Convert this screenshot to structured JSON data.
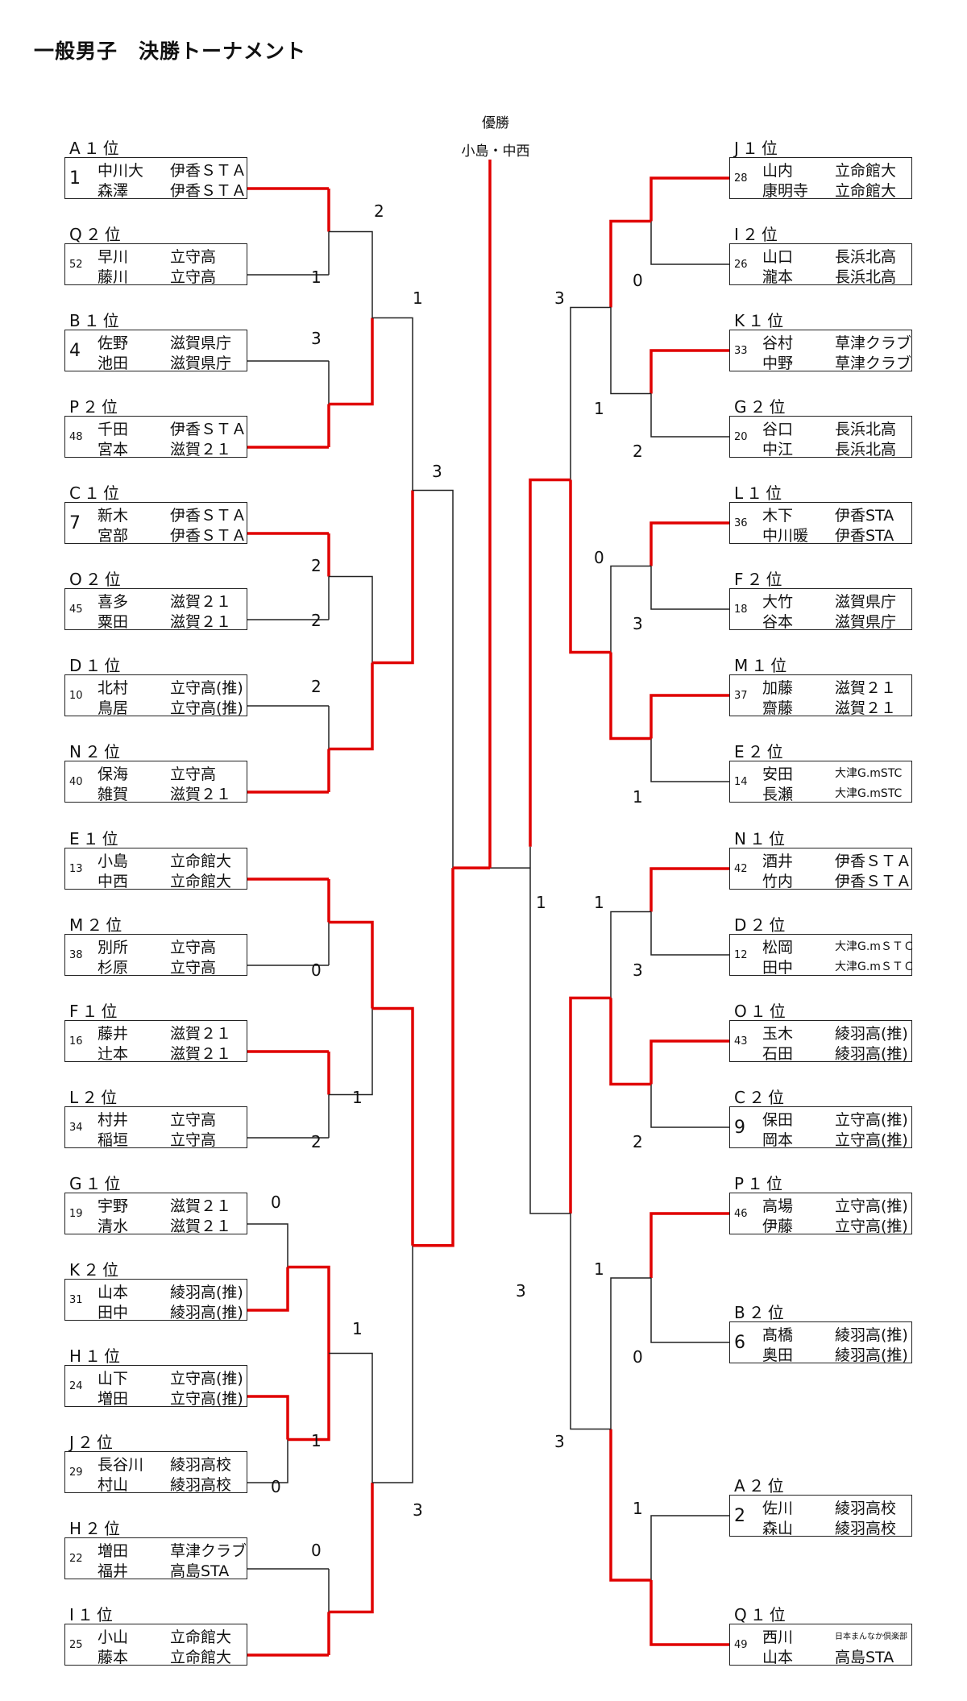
{
  "title": "一般男子　決勝トーナメント",
  "champion": {
    "label": "優勝",
    "name": "小島・中西"
  },
  "left_entries": [
    {
      "rank": "A１位",
      "seed": "1",
      "p1": "中川大",
      "t1": "伊香ＳＴＡ",
      "p2": "森澤",
      "t2": "伊香ＳＴＡ"
    },
    {
      "rank": "Q２位",
      "seed": "52",
      "p1": "早川",
      "t1": "立守高",
      "p2": "藤川",
      "t2": "立守高"
    },
    {
      "rank": "B１位",
      "seed": "4",
      "p1": "佐野",
      "t1": "滋賀県庁",
      "p2": "池田",
      "t2": "滋賀県庁"
    },
    {
      "rank": "P２位",
      "seed": "48",
      "p1": "千田",
      "t1": "伊香ＳＴＡ",
      "p2": "宮本",
      "t2": "滋賀２１"
    },
    {
      "rank": "C１位",
      "seed": "7",
      "p1": "新木",
      "t1": "伊香ＳＴＡ",
      "p2": "宮部",
      "t2": "伊香ＳＴＡ"
    },
    {
      "rank": "O２位",
      "seed": "45",
      "p1": "喜多",
      "t1": "滋賀２１",
      "p2": "粟田",
      "t2": "滋賀２１"
    },
    {
      "rank": "D１位",
      "seed": "10",
      "p1": "北村",
      "t1": "立守高(推)",
      "p2": "鳥居",
      "t2": "立守高(推)"
    },
    {
      "rank": "N２位",
      "seed": "40",
      "p1": "保海",
      "t1": "立守高",
      "p2": "雑賀",
      "t2": "滋賀２１"
    },
    {
      "rank": "E１位",
      "seed": "13",
      "p1": "小島",
      "t1": "立命館大",
      "p2": "中西",
      "t2": "立命館大"
    },
    {
      "rank": "M２位",
      "seed": "38",
      "p1": "別所",
      "t1": "立守高",
      "p2": "杉原",
      "t2": "立守高"
    },
    {
      "rank": "F１位",
      "seed": "16",
      "p1": "藤井",
      "t1": "滋賀２１",
      "p2": "辻本",
      "t2": "滋賀２１"
    },
    {
      "rank": "L２位",
      "seed": "34",
      "p1": "村井",
      "t1": "立守高",
      "p2": "稲垣",
      "t2": "立守高"
    },
    {
      "rank": "G１位",
      "seed": "19",
      "p1": "宇野",
      "t1": "滋賀２１",
      "p2": "清水",
      "t2": "滋賀２１"
    },
    {
      "rank": "K２位",
      "seed": "31",
      "p1": "山本",
      "t1": "綾羽高(推)",
      "p2": "田中",
      "t2": "綾羽高(推)"
    },
    {
      "rank": "H１位",
      "seed": "24",
      "p1": "山下",
      "t1": "立守高(推)",
      "p2": "増田",
      "t2": "立守高(推)"
    },
    {
      "rank": "J２位",
      "seed": "29",
      "p1": "長谷川",
      "t1": "綾羽高校",
      "p2": "村山",
      "t2": "綾羽高校"
    },
    {
      "rank": "H２位",
      "seed": "22",
      "p1": "増田",
      "t1": "草津クラブ",
      "p2": "福井",
      "t2": "高島STA"
    },
    {
      "rank": "I１位",
      "seed": "25",
      "p1": "小山",
      "t1": "立命館大",
      "p2": "藤本",
      "t2": "立命館大"
    }
  ],
  "right_entries": [
    {
      "rank": "J１位",
      "seed": "28",
      "p1": "山内",
      "t1": "立命館大",
      "p2": "康明寺",
      "t2": "立命館大"
    },
    {
      "rank": "I２位",
      "seed": "26",
      "p1": "山口",
      "t1": "長浜北高",
      "p2": "瀧本",
      "t2": "長浜北高"
    },
    {
      "rank": "K１位",
      "seed": "33",
      "p1": "谷村",
      "t1": "草津クラブ",
      "p2": "中野",
      "t2": "草津クラブ"
    },
    {
      "rank": "G２位",
      "seed": "20",
      "p1": "谷口",
      "t1": "長浜北高",
      "p2": "中江",
      "t2": "長浜北高"
    },
    {
      "rank": "L１位",
      "seed": "36",
      "p1": "木下",
      "t1": "伊香STA",
      "p2": "中川暖",
      "t2": "伊香STA"
    },
    {
      "rank": "F２位",
      "seed": "18",
      "p1": "大竹",
      "t1": "滋賀県庁",
      "p2": "谷本",
      "t2": "滋賀県庁"
    },
    {
      "rank": "M１位",
      "seed": "37",
      "p1": "加藤",
      "t1": "滋賀２１",
      "p2": "齋藤",
      "t2": "滋賀２１"
    },
    {
      "rank": "E２位",
      "seed": "14",
      "p1": "安田",
      "t1": "大津G.mSTC",
      "p2": "長瀬",
      "t2": "大津G.mSTC"
    },
    {
      "rank": "N１位",
      "seed": "42",
      "p1": "酒井",
      "t1": "伊香ＳＴＡ",
      "p2": "竹内",
      "t2": "伊香ＳＴＡ"
    },
    {
      "rank": "D２位",
      "seed": "12",
      "p1": "松岡",
      "t1": "大津G.mＳＴＣ",
      "p2": "田中",
      "t2": "大津G.mＳＴＣ"
    },
    {
      "rank": "O１位",
      "seed": "43",
      "p1": "玉木",
      "t1": "綾羽高(推)",
      "p2": "石田",
      "t2": "綾羽高(推)"
    },
    {
      "rank": "C２位",
      "seed": "9",
      "p1": "保田",
      "t1": "立守高(推)",
      "p2": "岡本",
      "t2": "立守高(推)"
    },
    {
      "rank": "P１位",
      "seed": "46",
      "p1": "高場",
      "t1": "立守高(推)",
      "p2": "伊藤",
      "t2": "立守高(推)"
    },
    {
      "rank": "B２位",
      "seed": "6",
      "p1": "髙橋",
      "t1": "綾羽高(推)",
      "p2": "奥田",
      "t2": "綾羽高(推)"
    },
    {
      "rank": "A２位",
      "seed": "2",
      "p1": "佐川",
      "t1": "綾羽高校",
      "p2": "森山",
      "t2": "綾羽高校"
    },
    {
      "rank": "Q１位",
      "seed": "49",
      "p1": "西川",
      "t1": "日本まんなか倶楽部",
      "p2": "山本",
      "t2": "高島STA"
    }
  ],
  "scores": {
    "l_r1_m1": [
      "2",
      "1"
    ],
    "l_r1_m2": [
      "3",
      "2"
    ],
    "l_r1_m3": [
      "2",
      "2"
    ],
    "l_r1_m4": [
      "2",
      "2"
    ],
    "l_r1_m5": [
      "0",
      "2"
    ],
    "l_r1_m6": [
      "1",
      "2"
    ],
    "l_g1": [
      "0",
      "0"
    ],
    "l_g2": [
      "1",
      "0"
    ],
    "l_g3": [
      "1",
      "1"
    ],
    "l_g4": [
      "0"
    ],
    "l_r2_m1": [
      "1"
    ],
    "l_r2_m2": [
      "3"
    ],
    "l_r2_m3": [
      "3"
    ],
    "r_r1": [
      "0",
      "2",
      "0",
      "3",
      "1",
      "3",
      "2",
      "0",
      "1"
    ],
    "r_r2": [
      "3",
      "1",
      "1",
      "1",
      "3"
    ],
    "center_right": [
      "1"
    ]
  },
  "colors": {
    "winner_line": "#e00000",
    "loser_line": "#222222"
  }
}
